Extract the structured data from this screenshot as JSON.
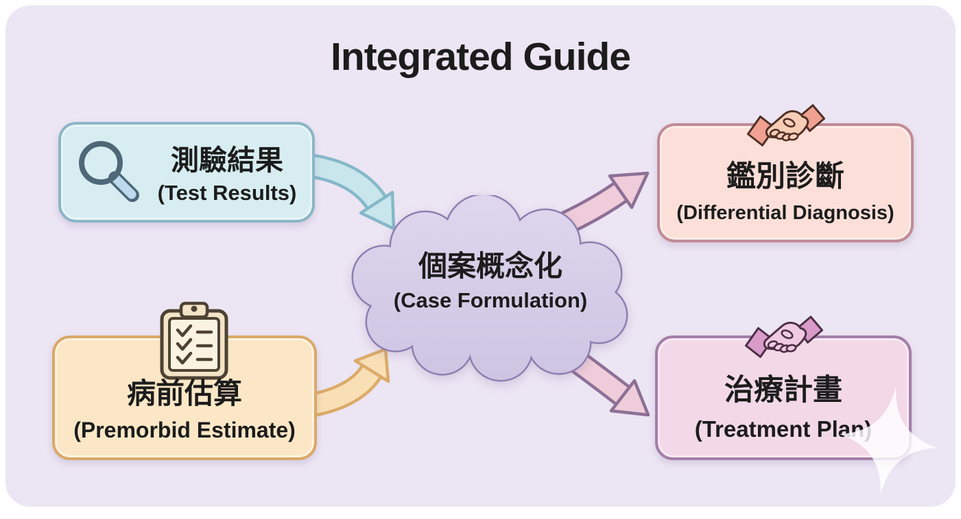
{
  "title": "Integrated Guide",
  "nodes": {
    "test_results": {
      "zh": "測驗結果",
      "en": "(Test Results)",
      "icon": "magnifier"
    },
    "premorbid_estimate": {
      "zh": "病前估算",
      "en": "(Premorbid Estimate)",
      "icon": "clipboard-checklist"
    },
    "case_formulation": {
      "zh": "個案概念化",
      "en": "(Case Formulation)",
      "shape": "cloud"
    },
    "differential_diagnosis": {
      "zh": "鑑別診斷",
      "en": "(Differential Diagnosis)",
      "icon": "handshake"
    },
    "treatment_plan": {
      "zh": "治療計畫",
      "en": "(Treatment Plan)",
      "icon": "handshake"
    }
  },
  "edges": [
    {
      "from": "test_results",
      "to": "case_formulation",
      "style": "blue-curved-arrow"
    },
    {
      "from": "premorbid_estimate",
      "to": "case_formulation",
      "style": "orange-curved-arrow"
    },
    {
      "from": "case_formulation",
      "to": "differential_diagnosis",
      "style": "pink-curved-arrow"
    },
    {
      "from": "case_formulation",
      "to": "treatment_plan",
      "style": "pink-curved-arrow"
    }
  ],
  "watermark_icon": "sparkle",
  "colors": {
    "panel_bg": "#ece5f3",
    "text": "#1c1c1c",
    "test_results_fill": "#d7edf1",
    "test_results_border": "#8bb6c7",
    "premorbid_fill": "#fbe7c6",
    "premorbid_border": "#d9a967",
    "diagnosis_fill": "#fbdfd8",
    "diagnosis_border": "#c18b94",
    "treatment_fill": "#f3d9e7",
    "treatment_border": "#a37ea8",
    "cloud_fill_top": "#ded7ed",
    "cloud_fill_bottom": "#cdc4e2",
    "cloud_border": "#8e7fb0",
    "arrow_blue_fill": "#c8e6ec",
    "arrow_blue_border": "#85b8c8",
    "arrow_orange_fill": "#f9dfb6",
    "arrow_orange_border": "#dcab69",
    "arrow_pink_fill": "#efccd9",
    "arrow_pink_border": "#8d7096",
    "magnifier_stroke": "#4e6878",
    "magnifier_handle": "#bcd9ee",
    "clipboard_board": "#f4e4c6",
    "clipboard_page": "#fbf3e2",
    "clipboard_ink": "#4e4234",
    "handshake_salmon_sleeve": "#f0a191",
    "handshake_salmon_hand": "#f8cdb6",
    "handshake_salmon_line": "#4f3027",
    "handshake_pink_sleeve": "#d99bc9",
    "handshake_pink_hand": "#f0cae2",
    "handshake_pink_line": "#4a2f45",
    "sparkle_white": "#ffffff"
  }
}
